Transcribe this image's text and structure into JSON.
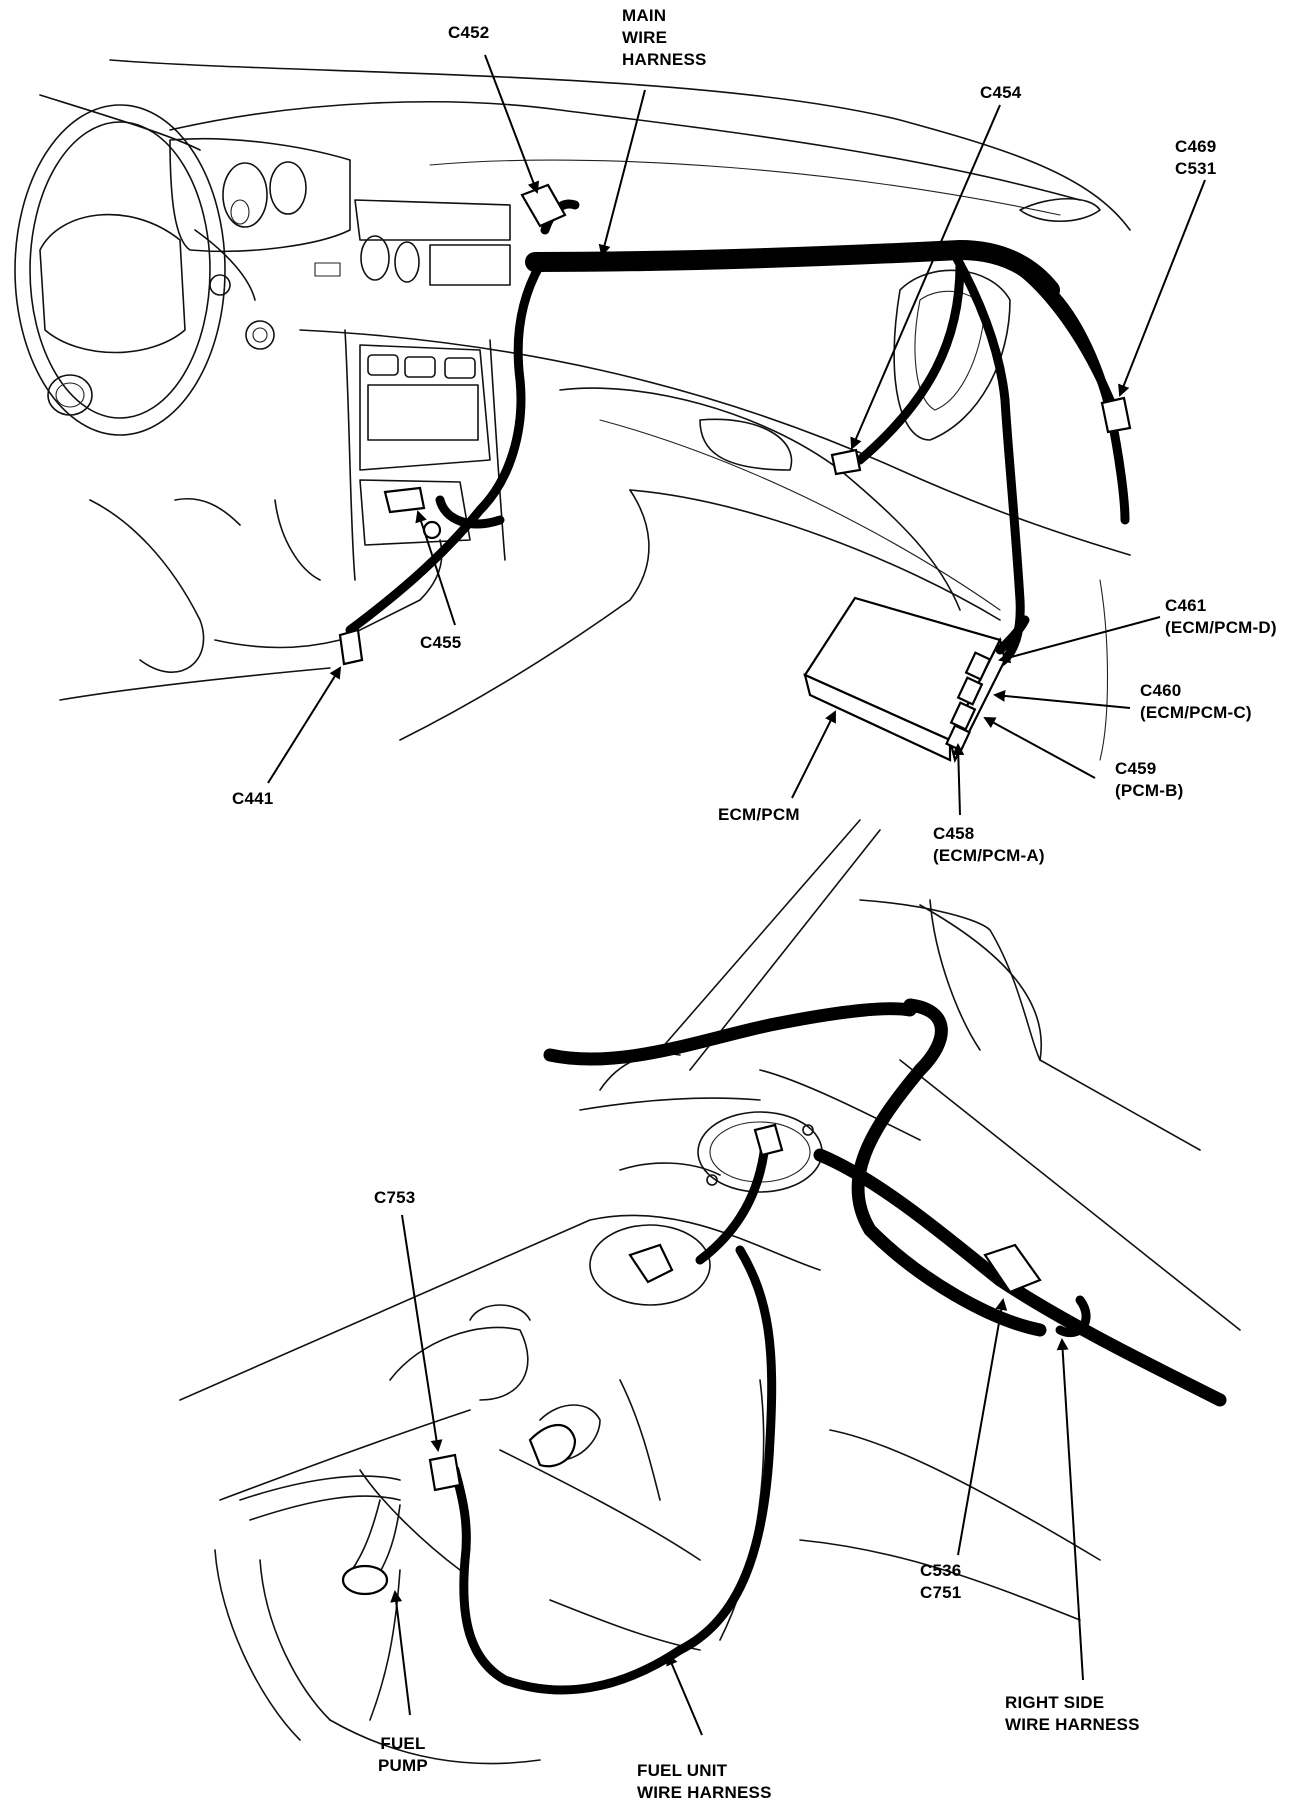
{
  "labels": {
    "c452": "C452",
    "main_wire_harness": "MAIN\nWIRE\nHARNESS",
    "c454": "C454",
    "c469_c531": "C469\nC531",
    "c461": "C461\n(ECM/PCM-D)",
    "c460": "C460\n(ECM/PCM-C)",
    "c459": "C459\n(PCM-B)",
    "c458": "C458\n(ECM/PCM-A)",
    "ecm_pcm": "ECM/PCM",
    "c455": "C455",
    "c441": "C441",
    "c753": "C753",
    "c536_c751": "C536\nC751",
    "right_side_wire_harness": "RIGHT SIDE\nWIRE HARNESS",
    "fuel_pump": "FUEL\nPUMP",
    "fuel_unit_wire_harness": "FUEL UNIT\nWIRE HARNESS"
  }
}
